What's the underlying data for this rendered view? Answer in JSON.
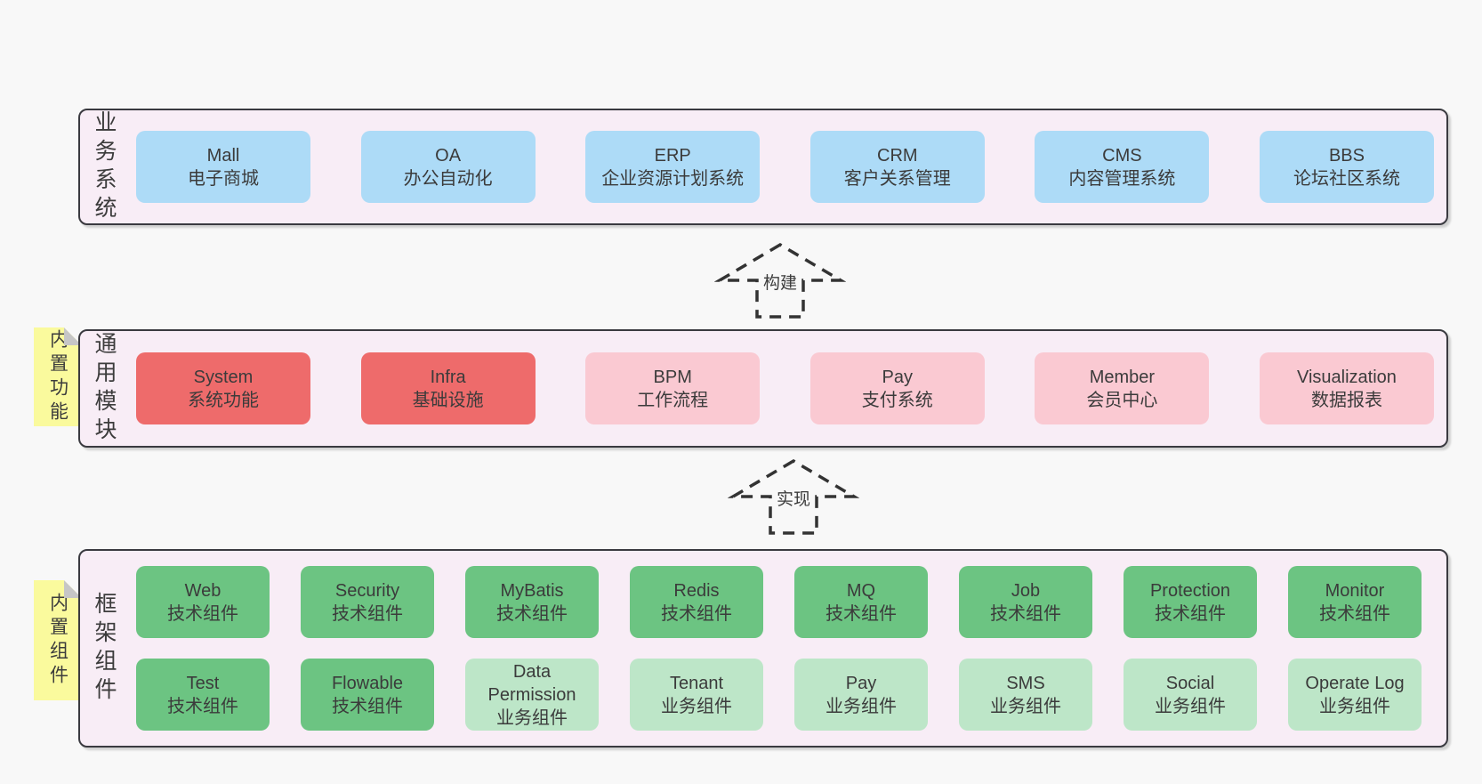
{
  "colors": {
    "page_bg": "#f8f8f8",
    "panel_bg": "#f8edf6",
    "panel_border": "#3a3a40",
    "blue_box": "#addbf7",
    "red_box": "#ee6b6b",
    "pink_box": "#fac9d2",
    "green_box": "#6cc482",
    "light_green_box": "#bde6c8",
    "note_bg": "#fafa9d",
    "note_fold": "#c6c6c6",
    "text": "#3b3b3b"
  },
  "arrows": [
    {
      "label": "构建"
    },
    {
      "label": "实现"
    }
  ],
  "sections": [
    {
      "label": "业务系统",
      "rows": [
        {
          "boxes": [
            {
              "title": "Mall",
              "subtitle": "电子商城",
              "variant": "blue"
            },
            {
              "title": "OA",
              "subtitle": "办公自动化",
              "variant": "blue"
            },
            {
              "title": "ERP",
              "subtitle": "企业资源计划系统",
              "variant": "blue"
            },
            {
              "title": "CRM",
              "subtitle": "客户关系管理",
              "variant": "blue"
            },
            {
              "title": "CMS",
              "subtitle": "内容管理系统",
              "variant": "blue"
            },
            {
              "title": "BBS",
              "subtitle": "论坛社区系统",
              "variant": "blue"
            }
          ]
        }
      ]
    },
    {
      "label": "通用模块",
      "note": "内置功能",
      "rows": [
        {
          "boxes": [
            {
              "title": "System",
              "subtitle": "系统功能",
              "variant": "red"
            },
            {
              "title": "Infra",
              "subtitle": "基础设施",
              "variant": "red"
            },
            {
              "title": "BPM",
              "subtitle": "工作流程",
              "variant": "pink"
            },
            {
              "title": "Pay",
              "subtitle": "支付系统",
              "variant": "pink"
            },
            {
              "title": "Member",
              "subtitle": "会员中心",
              "variant": "pink"
            },
            {
              "title": "Visualization",
              "subtitle": "数据报表",
              "variant": "pink"
            }
          ]
        }
      ]
    },
    {
      "label": "框架组件",
      "note": "内置组件",
      "rows": [
        {
          "boxes": [
            {
              "title": "Web",
              "subtitle": "技术组件",
              "variant": "green"
            },
            {
              "title": "Security",
              "subtitle": "技术组件",
              "variant": "green"
            },
            {
              "title": "MyBatis",
              "subtitle": "技术组件",
              "variant": "green"
            },
            {
              "title": "Redis",
              "subtitle": "技术组件",
              "variant": "green"
            },
            {
              "title": "MQ",
              "subtitle": "技术组件",
              "variant": "green"
            },
            {
              "title": "Job",
              "subtitle": "技术组件",
              "variant": "green"
            },
            {
              "title": "Protection",
              "subtitle": "技术组件",
              "variant": "green"
            },
            {
              "title": "Monitor",
              "subtitle": "技术组件",
              "variant": "green"
            }
          ]
        },
        {
          "boxes": [
            {
              "title": "Test",
              "subtitle": "技术组件",
              "variant": "green"
            },
            {
              "title": "Flowable",
              "subtitle": "技术组件",
              "variant": "green"
            },
            {
              "title": "Data Permission",
              "subtitle": "业务组件",
              "variant": "green-light"
            },
            {
              "title": "Tenant",
              "subtitle": "业务组件",
              "variant": "green-light"
            },
            {
              "title": "Pay",
              "subtitle": "业务组件",
              "variant": "green-light"
            },
            {
              "title": "SMS",
              "subtitle": "业务组件",
              "variant": "green-light"
            },
            {
              "title": "Social",
              "subtitle": "业务组件",
              "variant": "green-light"
            },
            {
              "title": "Operate Log",
              "subtitle": "业务组件",
              "variant": "green-light"
            }
          ]
        }
      ]
    }
  ]
}
